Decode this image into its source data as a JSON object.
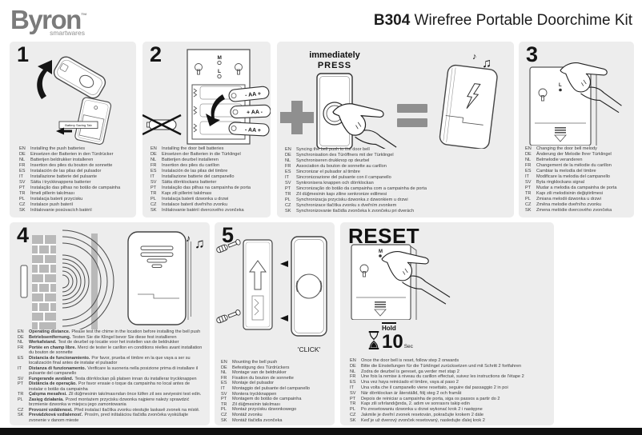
{
  "header": {
    "brand": "Byron",
    "brand_tm": "™",
    "brand_sub": "smartwares",
    "model": "B304",
    "title": " Wirefree Portable Doorchime Kit"
  },
  "colors": {
    "icon_gray": "#8f8f8f",
    "panel_bg": "#ededed",
    "brick_gray": "#b9b9b9"
  },
  "icons": {
    "music_note": "♪",
    "music_notes": "♫"
  },
  "sections": {
    "s1": {
      "number": "1",
      "battery_tab_label": "Battery Saving Tab",
      "langs": [
        {
          "code": "EN",
          "text": "Installing the push batteries"
        },
        {
          "code": "DE",
          "text": "Einsetzen der Batterien in den Türdrücker"
        },
        {
          "code": "NL",
          "text": "Batterijen beldrukker installeren"
        },
        {
          "code": "FR",
          "text": "Insertion des piles du bouton de sonnette"
        },
        {
          "code": "ES",
          "text": "Instalación de las pilas del pulsador"
        },
        {
          "code": "IT",
          "text": "Installazione batterie del pulsante"
        },
        {
          "code": "SV",
          "text": "Sätta i tryckknappens batterier"
        },
        {
          "code": "PT",
          "text": "Instalação das pilhas no botão de campainha"
        },
        {
          "code": "TR",
          "text": "İtmeli pillerin takılması"
        },
        {
          "code": "PL",
          "text": "Instalacja baterii przycisku"
        },
        {
          "code": "CZ",
          "text": "Instalace push baterií"
        },
        {
          "code": "SK",
          "text": "Inštalovanie posúvacích batérií"
        }
      ]
    },
    "s2": {
      "number": "2",
      "back_button_top": "M",
      "back_button_bottom": "L",
      "batteries": [
        "- AA +",
        "+ AA -",
        "- AA +"
      ],
      "langs": [
        {
          "code": "EN",
          "text": "Installing the door bell batteries"
        },
        {
          "code": "DE",
          "text": "Einsetzen der Batterien in die Türklingel"
        },
        {
          "code": "NL",
          "text": "Batterijen deurbel installeren"
        },
        {
          "code": "FR",
          "text": "Insertion des piles du carillon"
        },
        {
          "code": "ES",
          "text": "Instalación de las pilas del timbre"
        },
        {
          "code": "IT",
          "text": "Installazione batterie del campanello"
        },
        {
          "code": "SV",
          "text": "Sätta dörrklockans batterier"
        },
        {
          "code": "PT",
          "text": "Instalação das pilhas na campainha de porta"
        },
        {
          "code": "TR",
          "text": "Kapı zili pillerini takılması"
        },
        {
          "code": "PL",
          "text": "Instalacja baterii dzwonka u drzwi"
        },
        {
          "code": "CZ",
          "text": "Instalace baterií dveřního zvonku"
        },
        {
          "code": "SK",
          "text": "Inštalovanie batérií dvercového zvončeka"
        }
      ]
    },
    "sync": {
      "press_line1": "immediately",
      "press_line2": "PRESS",
      "langs": [
        {
          "code": "EN",
          "text": "Syncing the bell push to the door bell"
        },
        {
          "code": "DE",
          "text": "Synchronisation des Türöffners mit der Türklingel"
        },
        {
          "code": "NL",
          "text": "Synchroniseren drukknop op deurbel"
        },
        {
          "code": "FR",
          "text": "Association du bouton de sonnette au carillon"
        },
        {
          "code": "ES",
          "text": "Sincronizar el pulsador al timbre"
        },
        {
          "code": "IT",
          "text": "Sincronizzazione del pulsante con il campanello"
        },
        {
          "code": "SV",
          "text": "Synkronisera knappen och dörrklockan"
        },
        {
          "code": "PT",
          "text": "Sincronização do botão da campainha com a campainha de porta"
        },
        {
          "code": "TR",
          "text": "Zil düğmesinin kapı ziline senkronize edilmesi"
        },
        {
          "code": "PL",
          "text": "Synchronizacja przycisku dzwonka z dzwonkiem u drzwi"
        },
        {
          "code": "CZ",
          "text": "Synchronizace tlačítka zvonku s dveřním zvonkem"
        },
        {
          "code": "SK",
          "text": "Synchronizovanie tlačidla zvončeka k zvončeku pri dverách"
        }
      ]
    },
    "s3": {
      "number": "3",
      "button_label": "L",
      "langs": [
        {
          "code": "EN",
          "text": "Changing the door bell melody"
        },
        {
          "code": "DE",
          "text": "Änderung der Melodie Ihrer Türklingel"
        },
        {
          "code": "NL",
          "text": "Belmelodie veranderen"
        },
        {
          "code": "FR",
          "text": "Changement de la mélodie du carillon"
        },
        {
          "code": "ES",
          "text": "Cambiar la melodía del timbre"
        },
        {
          "code": "IT",
          "text": "Modificare la melodia del campanello"
        },
        {
          "code": "SV",
          "text": "Byta ringklockans signal"
        },
        {
          "code": "PT",
          "text": "Mudar a melodia da campainha de porta"
        },
        {
          "code": "TR",
          "text": "Kapı zili melodisinin değiştirilmesi"
        },
        {
          "code": "PL",
          "text": "Zmiana melodii dzwonka u drzwi"
        },
        {
          "code": "CZ",
          "text": "Změna melodie dveřního zvonku"
        },
        {
          "code": "SK",
          "text": "Zmena melódie dvercového zvončeka"
        }
      ]
    },
    "s4": {
      "number": "4",
      "langs": [
        {
          "code": "EN",
          "lead": "Operating distance.",
          "text": "Please test the chime in the location before installing the bell push"
        },
        {
          "code": "DE",
          "lead": "Betriebsentfernung.",
          "text": "Testen Sie die Klingel bevor Sie diese fest installieren"
        },
        {
          "code": "NL",
          "lead": "Werkafstand.",
          "text": "Test de deurbel op locatie voor het instellen van de beldrukker"
        },
        {
          "code": "FR",
          "lead": "Portée en champ libre.",
          "text": "Merci de tester le carillon en conditions réelles avant installation du bouton de sonnette"
        },
        {
          "code": "ES",
          "lead": "Distancia de funcionamiento.",
          "text": "Por favor, prueba el timbre en la que vaya a ser su localización final antes de instalar el pulsador"
        },
        {
          "code": "IT",
          "lead": "Distanza di funzionamento.",
          "text": "Verificare la suoneria nella posizione prima di installare il pulsante del campanello"
        },
        {
          "code": "SV",
          "lead": "Fungerande avstånd.",
          "text": "Testa dörrklockan på platsen innan du installerar tryckknappen"
        },
        {
          "code": "PT",
          "lead": "Distância de operação.",
          "text": "Por favor ensaie o toque da campainha no local antes de instalar o botão da campainha"
        },
        {
          "code": "TR",
          "lead": "Çalışma mesafesi.",
          "text": "Zil düğmesinin takılmasından önce lütfen zil ses seviyesini test edin."
        },
        {
          "code": "PL",
          "lead": "Zasięg działania.",
          "text": "Przed montażem przycisku dzwonka najpierw należy sprawdzić brzmienie dzwonka w miejscu jego zamontowania"
        },
        {
          "code": "CZ",
          "lead": "Provozní vzdálenost.",
          "text": "Před instalací tlačítka zvonku otestujte laskavě zvonek na místě."
        },
        {
          "code": "SK",
          "lead": "Prevádzková vzdialenosť.",
          "text": "Prosím, pred inštaláciou tlačidla zvončeka vyskúšajte zvonenie v danom mieste"
        }
      ]
    },
    "s5": {
      "number": "5",
      "click_label": "'CLICK'",
      "langs": [
        {
          "code": "EN",
          "text": "Mounting the bell push"
        },
        {
          "code": "DE",
          "text": "Befestigung des Türdrückers"
        },
        {
          "code": "NL",
          "text": "Montage van de beldrukker"
        },
        {
          "code": "FR",
          "text": "Fixation du bouton de sonnette"
        },
        {
          "code": "ES",
          "text": "Montaje del pulsador"
        },
        {
          "code": "IT",
          "text": "Montaggio del pulsante del campanello"
        },
        {
          "code": "SV",
          "text": "Montera tryckknappen"
        },
        {
          "code": "PT",
          "text": "Montagem do botão de campainha"
        },
        {
          "code": "TR",
          "text": "Zil düğmesinin takılması"
        },
        {
          "code": "PL",
          "text": "Montaż przycisku dzwonkowego"
        },
        {
          "code": "CZ",
          "text": "Montáž zvonku"
        },
        {
          "code": "SK",
          "text": "Montáž tlačidla zvončeka"
        }
      ]
    },
    "reset": {
      "title": "RESET",
      "button_label": "M",
      "hold_label": "Hold",
      "hold_value": "10",
      "hold_unit": "Sec",
      "langs": [
        {
          "code": "EN",
          "text": "Once the door bell is reset, follow step 2 onwards"
        },
        {
          "code": "DE",
          "text": "Bitte die Einstellungen für die Türklingel zurücksetzen und mit Schritt 2 fortfahren"
        },
        {
          "code": "NL",
          "text": "Zodra de deurbel is gereset, ga verder met stap 2"
        },
        {
          "code": "FR",
          "text": "Une fois la remise à niveau du carillon effectué, suivez les instructions de l'étape 2"
        },
        {
          "code": "ES",
          "text": "Una vez haya reiniciado el timbre, vaya al paso 2"
        },
        {
          "code": "IT",
          "text": "Una volta che il campanello viene resettato, seguire dal passaggio 2 in poi"
        },
        {
          "code": "SV",
          "text": "När dörrklockan är återställd, följ steg 2 och framåt"
        },
        {
          "code": "PT",
          "text": "Depois de reiniciar a campainha de porta, siga os passos a partir do 2"
        },
        {
          "code": "TR",
          "text": "Kapı zili sıfırlandığında, 2. adım ve sonrasını takip edin"
        },
        {
          "code": "PL",
          "text": "Po zresetowaniu dzwonka u drzwi wykonać krok 2 i następne"
        },
        {
          "code": "CZ",
          "text": "Jakmile je dveřní zvonek resetován, pokračujte krokem 2 dále"
        },
        {
          "code": "SK",
          "text": "Keď je už dverový zvonček resetovaný, nasledujte ďalej krok 2"
        }
      ]
    }
  }
}
